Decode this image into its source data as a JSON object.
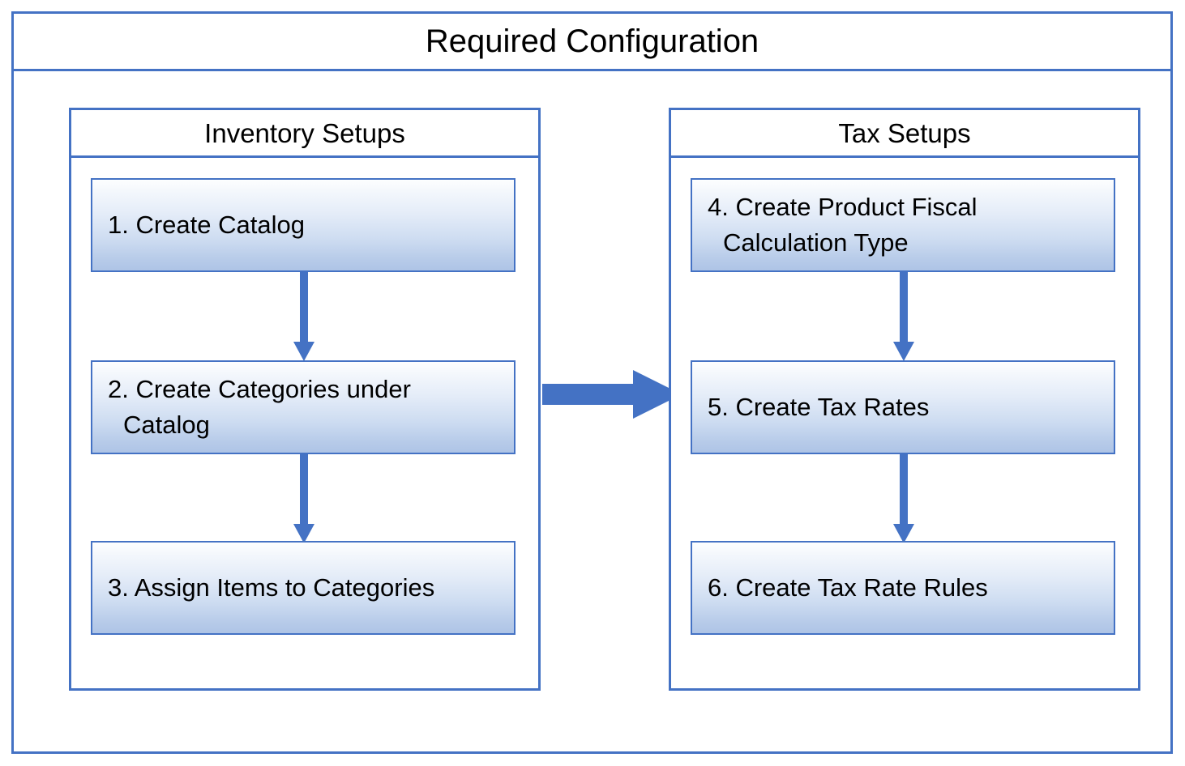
{
  "diagram": {
    "title": "Required Configuration",
    "accent_color": "#4472C4",
    "box_fill_top": "#ffffff",
    "box_fill_bottom": "#aec4e6",
    "text_color": "#000000"
  },
  "panels": [
    {
      "id": "inventory-setups",
      "title": "Inventory Setups",
      "steps": [
        {
          "number": "1",
          "label": "1. Create Catalog"
        },
        {
          "number": "2",
          "label": "2. Create Categories under\nCatalog"
        },
        {
          "number": "3",
          "label": "3. Assign Items to Categories"
        }
      ],
      "arrows": [
        {
          "from": "1",
          "to": "2",
          "direction": "down"
        },
        {
          "from": "2",
          "to": "3",
          "direction": "down"
        }
      ]
    },
    {
      "id": "tax-setups",
      "title": "Tax Setups",
      "steps": [
        {
          "number": "4",
          "label": "4. Create Product Fiscal\nCalculation Type"
        },
        {
          "number": "5",
          "label": "5. Create Tax Rates"
        },
        {
          "number": "6",
          "label": "6. Create Tax Rate Rules"
        }
      ],
      "arrows": [
        {
          "from": "4",
          "to": "5",
          "direction": "down"
        },
        {
          "from": "5",
          "to": "6",
          "direction": "down"
        }
      ]
    }
  ],
  "connector": {
    "from_panel": "inventory-setups",
    "to_panel": "tax-setups",
    "direction": "right"
  }
}
